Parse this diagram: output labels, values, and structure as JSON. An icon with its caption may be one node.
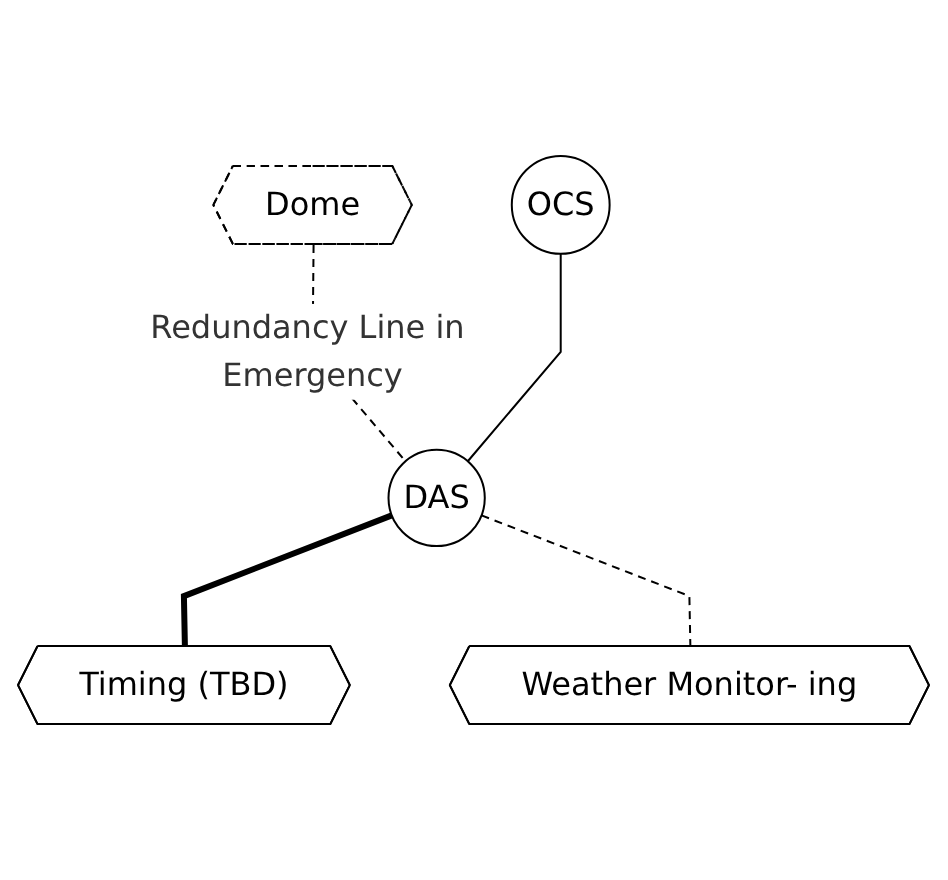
{
  "diagram": {
    "nodes": [
      {
        "text": [
          "Dome"
        ]
      },
      {
        "text": [
          "OCS"
        ]
      },
      {
        "text": [
          "DAS"
        ]
      },
      {
        "text": [
          "Timing (TBD)"
        ]
      },
      {
        "text": [
          "Weather Monitor- ing"
        ]
      }
    ],
    "edges": [
      {
        "from": 0,
        "to": 2,
        "arrow": "none",
        "style": "dashed",
        "label": "Redundancy Line in Emergency"
      },
      {
        "from": 1,
        "to": 2,
        "arrow": "none"
      },
      {
        "from": 2,
        "to": 3,
        "arrow": "none",
        "style": "thick"
      },
      {
        "from": 2,
        "to": 4,
        "arrow": "none",
        "style": "dashed"
      }
    ]
  }
}
